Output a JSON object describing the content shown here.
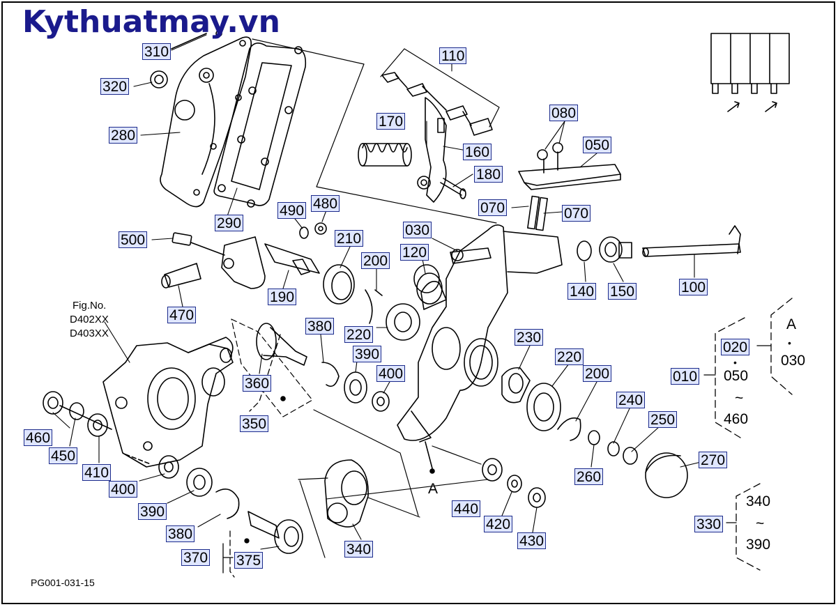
{
  "brand": {
    "text": "Kythuatmay.vn",
    "color": "#1a1a8c"
  },
  "callouts": {
    "c310": "310",
    "c320": "320",
    "c280": "280",
    "c290": "290",
    "c110": "110",
    "c170": "170",
    "c160": "160",
    "c180": "180",
    "c080": "080",
    "c050": "050",
    "c070a": "070",
    "c070b": "070",
    "c490": "490",
    "c480": "480",
    "c500": "500",
    "c210": "210",
    "c200a": "200",
    "c030": "030",
    "c120": "120",
    "c140": "140",
    "c150": "150",
    "c100": "100",
    "c470": "470",
    "c190": "190",
    "c380a": "380",
    "c220a": "220",
    "c390a": "390",
    "c400a": "400",
    "c360": "360",
    "c350": "350",
    "c230": "230",
    "c220b": "220",
    "c200b": "200",
    "c240": "240",
    "c250": "250",
    "c260": "260",
    "c270": "270",
    "c460": "460",
    "c450": "450",
    "c410": "410",
    "c400b": "400",
    "c390b": "390",
    "c380b": "380",
    "c370": "370",
    "c375": "375",
    "c340": "340",
    "c440": "440",
    "c420": "420",
    "c430": "430",
    "c020": "020",
    "c010": "010",
    "c330": "330"
  },
  "plain_labels": {
    "grp_050": "050",
    "grp_tilde1": "~",
    "grp_460": "460",
    "grp_A": "A",
    "grp_dot1": "•",
    "grp_030": "030",
    "grp_340": "340",
    "grp_tilde2": "~",
    "grp_390": "390",
    "grp_dot2": "•",
    "point_A": "A"
  },
  "fig_note": {
    "line1": "Fig.No.",
    "line2": "D402XX",
    "line3": "D403XX"
  },
  "ref_code": "PG001-031-15"
}
